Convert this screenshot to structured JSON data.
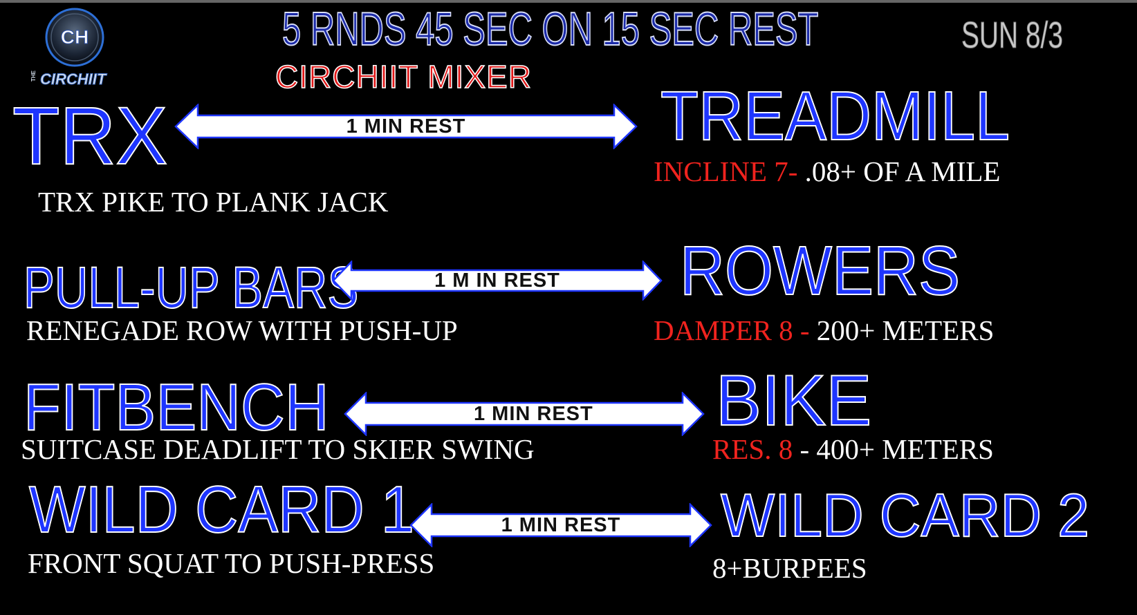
{
  "logo": {
    "initials": "CH",
    "brand_small": "THE",
    "brand": "CIRCHIIT"
  },
  "header": {
    "title": "5 RNDS 45 SEC ON 15 SEC REST",
    "subtitle": "CIRCHIIT MIXER",
    "date": "SUN 8/3"
  },
  "colors": {
    "station": "#1e35ff",
    "setting": "#f0231e",
    "text": "#ffffff",
    "background": "#000000"
  },
  "rows": [
    {
      "left_station": "TRX",
      "left_exercise": "TRX PIKE TO PLANK JACK",
      "rest_label": "1  MIN REST",
      "right_station": "TREADMILL",
      "right_setting": "INCLINE 7-",
      "right_target": " .08+ OF A MILE"
    },
    {
      "left_station": "PULL-UP BARS",
      "left_exercise": "RENEGADE ROW WITH PUSH-UP",
      "rest_label": "1 M IN REST",
      "right_station": "ROWERS",
      "right_setting": "DAMPER 8 -",
      "right_target": " 200+ METERS"
    },
    {
      "left_station": "FITBENCH",
      "left_exercise": "SUITCASE DEADLIFT TO SKIER SWING",
      "rest_label": "1 MIN REST",
      "right_station": "BIKE",
      "right_setting": "RES. 8",
      "right_target": " - 400+ METERS"
    },
    {
      "left_station": "WILD CARD 1",
      "left_exercise": "FRONT SQUAT TO PUSH-PRESS",
      "rest_label": "1 MIN REST",
      "right_station": "WILD CARD 2",
      "right_setting": "",
      "right_target": "8+BURPEES"
    }
  ]
}
